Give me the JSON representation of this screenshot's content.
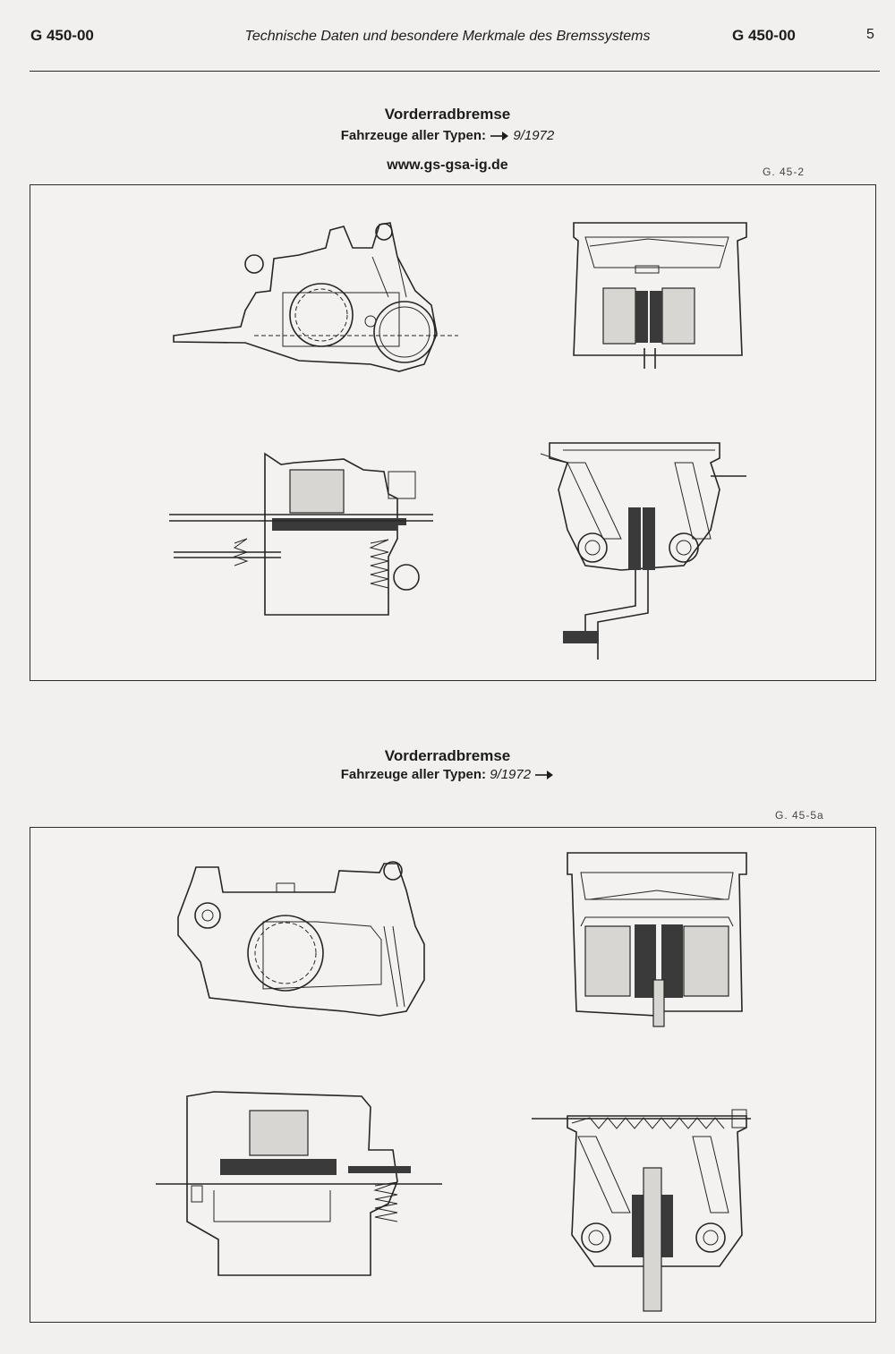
{
  "header": {
    "doc_code_left": "G 450-00",
    "title": "Technische Daten und besondere Merkmale des Bremssystems",
    "doc_code_right": "G 450-00",
    "page_number": "5"
  },
  "section1": {
    "title": "Vorderradbremse",
    "subtitle_label": "Fahrzeuge aller Typen:",
    "subtitle_date": "9/1972",
    "website": "www.gs-gsa-ig.de",
    "figure_ref": "G. 45-2"
  },
  "section2": {
    "title": "Vorderradbremse",
    "subtitle_label": "Fahrzeuge aller Typen:",
    "subtitle_date": "9/1972",
    "figure_ref": "G. 45-5a"
  }
}
